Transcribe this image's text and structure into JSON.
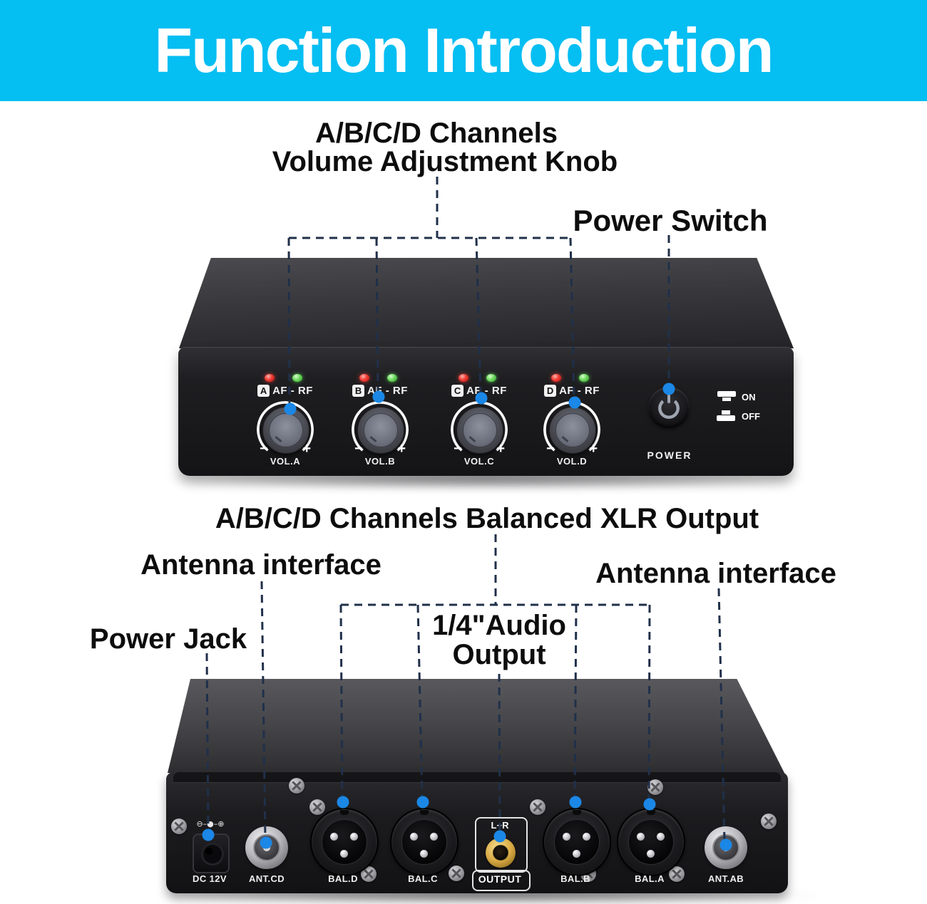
{
  "banner": {
    "title": "Function Introduction",
    "bg_color": "#05BEF2",
    "text_color": "#FFFFFF"
  },
  "front": {
    "callout_volume_line1": "A/B/C/D Channels",
    "callout_volume_line2": "Volume Adjustment Knob",
    "callout_power": "Power Switch",
    "channels": [
      {
        "id": "A",
        "meter": "AF - RF",
        "vol": "VOL.A"
      },
      {
        "id": "B",
        "meter": "AF - RF",
        "vol": "VOL.B"
      },
      {
        "id": "C",
        "meter": "AF - RF",
        "vol": "VOL.C"
      },
      {
        "id": "D",
        "meter": "AF - RF",
        "vol": "VOL.D"
      }
    ],
    "minus": "−",
    "plus": "+",
    "power": "POWER",
    "on": "ON",
    "off": "OFF"
  },
  "rear": {
    "callout_xlr": "A/B/C/D Channels Balanced XLR Output",
    "callout_antenna_left": "Antenna interface",
    "callout_antenna_right": "Antenna interface",
    "callout_power_jack": "Power Jack",
    "callout_audio_line1": "1/4\"Audio",
    "callout_audio_line2": "Output",
    "polarity": "⊖–●–⊕",
    "dc": "DC 12V",
    "ant_cd": "ANT.CD",
    "bal_d": "BAL.D",
    "bal_c": "BAL.C",
    "lr": "L+R",
    "output": "OUTPUT",
    "bal_b": "BAL.B",
    "bal_a": "BAL.A",
    "ant_ab": "ANT.AB"
  },
  "colors": {
    "banner": "#05BEF2",
    "callout_dot_blue": "#1B87E6",
    "dashed_line": "#20304A",
    "led_red": "#EF3B33",
    "led_green": "#5ECB5A"
  }
}
